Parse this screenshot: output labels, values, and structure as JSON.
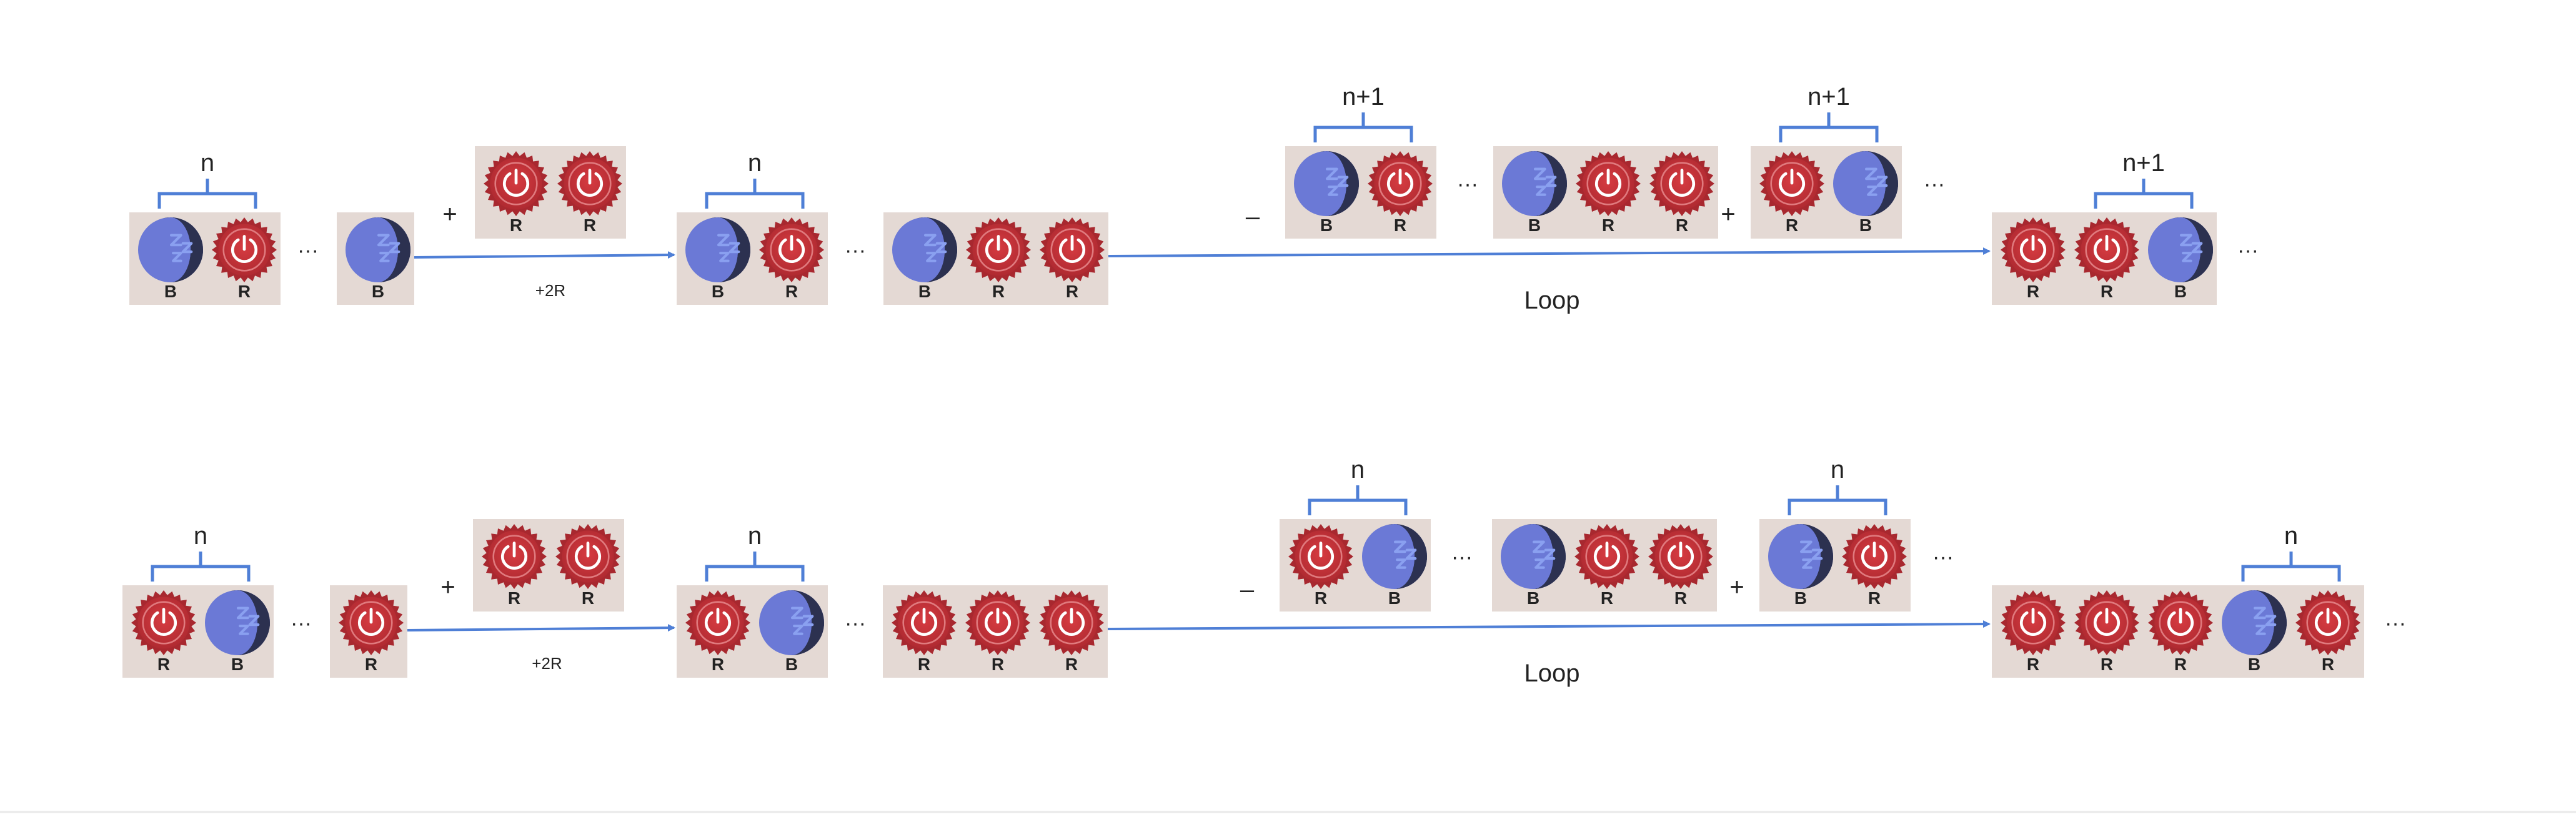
{
  "labels": {
    "n": "n",
    "n_plus_1": "n+1",
    "ellipsis": "···",
    "plus": "+",
    "minus": "–",
    "plus_2r": "+2R",
    "loop": "Loop",
    "tag_b": "B",
    "tag_r": "R"
  },
  "icons": {
    "sleep": "sleep-moon-icon",
    "power": "power-button-icon"
  },
  "colors": {
    "box": "#e4d9d4",
    "arrow": "#4f7fd6",
    "bracket": "#4f7fd6",
    "red_outer": "#a8282f",
    "red_inner": "#c93238",
    "blue_light": "#6b79d6",
    "blue_dark": "#2c3150",
    "zzz": "#8aa0f0",
    "text": "#222222"
  },
  "rows": [
    {
      "name": "row-top",
      "groups": [
        {
          "name": "group-start",
          "seq": [
            "B",
            "R"
          ],
          "bracket": "n"
        },
        {
          "name": "group-single",
          "seq": [
            "B"
          ]
        },
        {
          "name": "group-added",
          "seq": [
            "R",
            "R"
          ]
        },
        {
          "name": "group-after-add",
          "seq": [
            "B",
            "R"
          ],
          "bracket": "n"
        },
        {
          "name": "group-brr",
          "seq": [
            "B",
            "R",
            "R"
          ]
        },
        {
          "name": "group-loop-minus",
          "seq": [
            "B",
            "R"
          ],
          "bracket": "n+1"
        },
        {
          "name": "group-loop-mid",
          "seq": [
            "B",
            "R",
            "R"
          ]
        },
        {
          "name": "group-loop-plus",
          "seq": [
            "R",
            "B"
          ],
          "bracket": "n+1"
        },
        {
          "name": "group-result",
          "seq": [
            "R",
            "R",
            "B"
          ],
          "bracket": "n+1"
        }
      ]
    },
    {
      "name": "row-bottom",
      "groups": [
        {
          "name": "group-start",
          "seq": [
            "R",
            "B"
          ],
          "bracket": "n"
        },
        {
          "name": "group-single",
          "seq": [
            "R"
          ]
        },
        {
          "name": "group-added",
          "seq": [
            "R",
            "R"
          ]
        },
        {
          "name": "group-after-add",
          "seq": [
            "R",
            "B"
          ],
          "bracket": "n"
        },
        {
          "name": "group-rrr",
          "seq": [
            "R",
            "R",
            "R"
          ]
        },
        {
          "name": "group-loop-minus",
          "seq": [
            "R",
            "B"
          ],
          "bracket": "n"
        },
        {
          "name": "group-loop-mid",
          "seq": [
            "B",
            "R",
            "R"
          ]
        },
        {
          "name": "group-loop-plus",
          "seq": [
            "B",
            "R"
          ],
          "bracket": "n"
        },
        {
          "name": "group-result",
          "seq": [
            "R",
            "R",
            "R",
            "B",
            "R"
          ],
          "bracket": "n"
        }
      ]
    }
  ]
}
